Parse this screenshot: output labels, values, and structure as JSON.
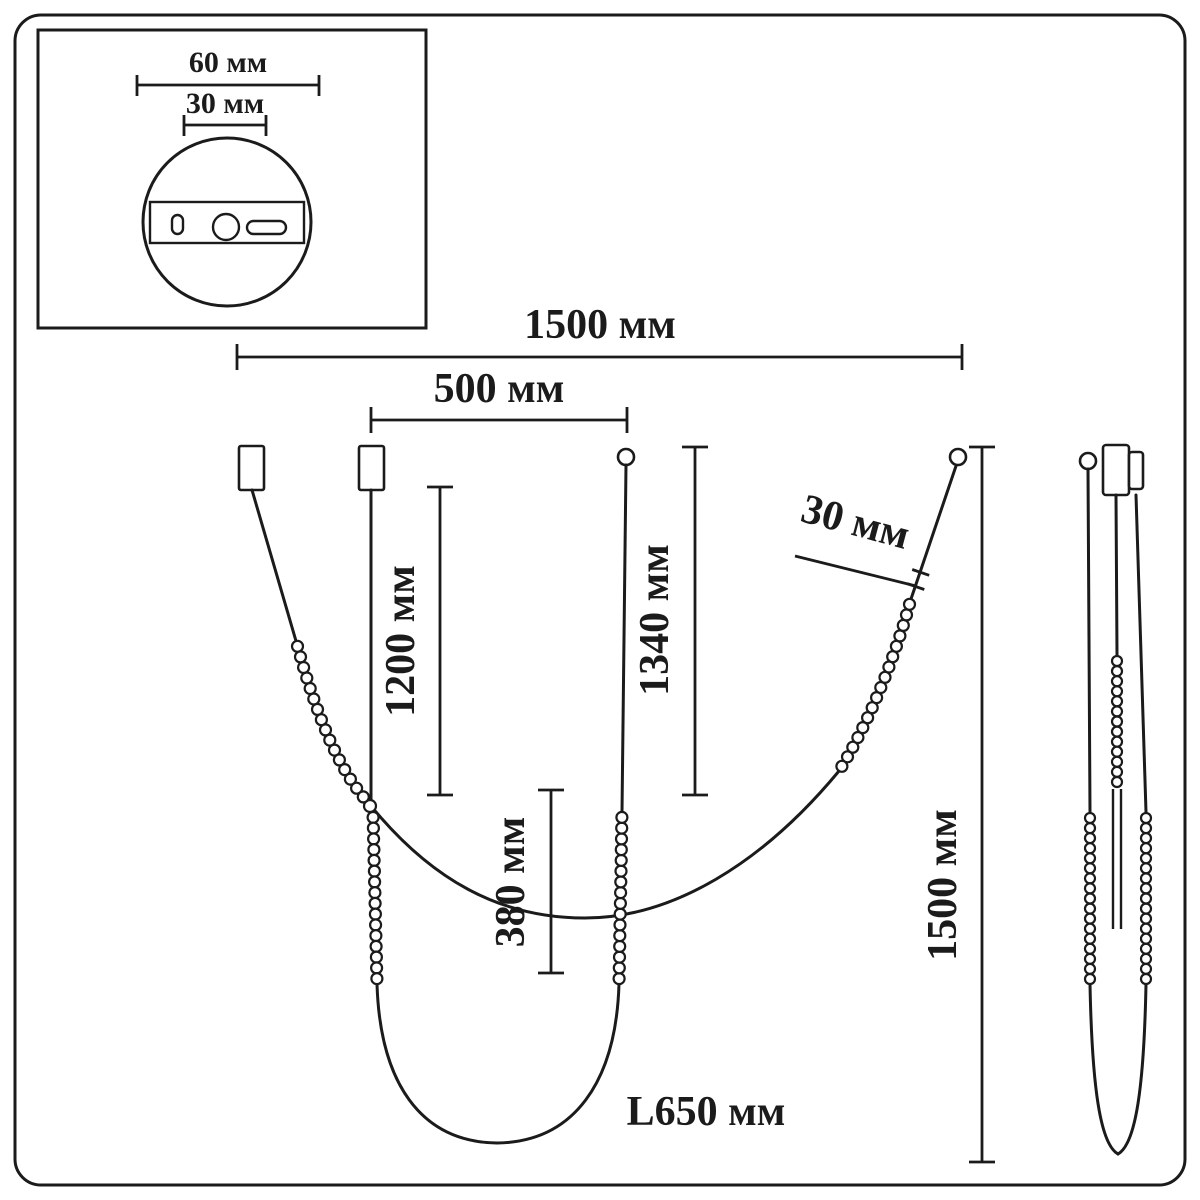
{
  "drawing": {
    "kind": "pendant-light-dimension-drawing",
    "units": "мм"
  },
  "inset": {
    "dim_width_outer": "60 мм",
    "dim_width_inner": "30 мм"
  },
  "main": {
    "dim_total_width": "1500 мм",
    "dim_mount_spacing": "500 мм",
    "dim_drop_left": "1200 мм",
    "dim_drop_right": "1340 мм",
    "dim_bead": "30 мм",
    "dim_loop_drop": "380 мм",
    "dim_total_height": "1500 мм",
    "dim_chain_length": "L650 мм"
  },
  "colors": {
    "line": "#1b1b1b",
    "background": "#ffffff"
  }
}
